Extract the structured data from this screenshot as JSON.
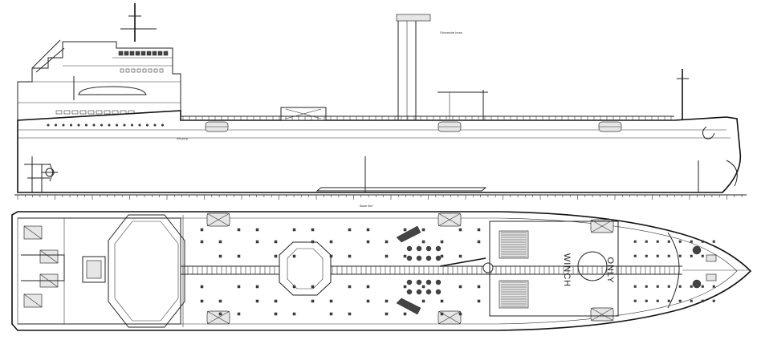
{
  "drawing": {
    "deck_markings": {
      "winch_word": "WINCH",
      "only_word": "ONLY"
    },
    "small_notes": {
      "crane_note": "Shoreside hose",
      "draft_note": "Base line",
      "stern_note": "Aft perp."
    },
    "colors": {
      "line": "#222222",
      "background": "#ffffff",
      "shade": "#e6e6e6"
    }
  }
}
